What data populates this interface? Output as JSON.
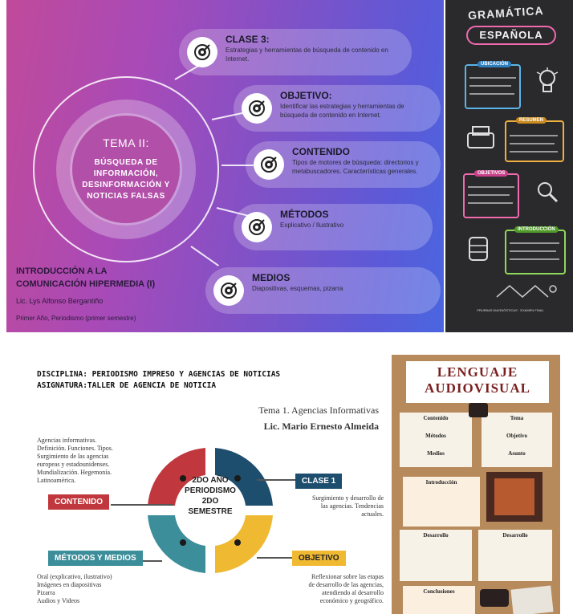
{
  "panel_1": {
    "tema": {
      "title": "TEMA II:",
      "subtitle_lines": [
        "BÚSQUEDA DE",
        "INFORMACIÓN,",
        "DESINFORMACIÓN Y",
        "NOTICIAS FALSAS"
      ]
    },
    "items": [
      {
        "title": "CLASE 3:",
        "description": "Estrategias y herramientas de búsqueda de contenido en Internet.",
        "icon": "target-icon"
      },
      {
        "title": "OBJETIVO:",
        "description": "Identificar las estrategias y herramientas de búsqueda de contenido en Internet.",
        "icon": "target-icon"
      },
      {
        "title": "CONTENIDO",
        "description": "Tipos de motores de búsqueda: directorios y metabuscadores. Características generales.",
        "icon": "target-icon"
      },
      {
        "title": "MÉTODOS",
        "description": "Explicativo / Ilustrativo",
        "icon": "target-icon"
      },
      {
        "title": "MEDIOS",
        "description": "Diapositivas, esquemas, pizarra",
        "icon": "target-icon"
      }
    ],
    "course": [
      "INTRODUCCIÓN A LA",
      "COMUNICACIÓN HIPERMEDIA (I)"
    ],
    "author": "Lic. Lys Alfonso Bergantiño",
    "year": "Primer Año, Periodismo (primer semestre)"
  },
  "panel_2": {
    "title_line1": "GRAMÁTICA",
    "title_line2": "ESPAÑOLA",
    "sections": [
      "UBICACIÓN",
      "RESUMEN",
      "OBJETIVOS",
      "INTRODUCCIÓN"
    ],
    "footer": "PRUEBAS DIAGNÓSTICAS · EXAMEN FINAL"
  },
  "panel_3": {
    "header_lines": [
      "DISCIPLINA: PERIODISMO IMPRESO Y AGENCIAS DE NOTICIAS",
      "ASIGNATURA:TALLER DE AGENCIA DE NOTICIA"
    ],
    "tema": "Tema 1. Agencias Informativas",
    "professor": "Lic. Mario Ernesto Almeida",
    "center_lines": [
      "2DO AÑO",
      "PERIODISMO",
      "2DO",
      "SEMESTRE"
    ],
    "contenido_label": "CONTENIDO",
    "contenido_text": [
      "Agencias informativas.",
      "Definición. Funciones. Tipos.",
      "Surgimiento de las agencias",
      "europeas y estadounidenses.",
      "Mundialización. Hegemonía.",
      "Latinoamérica."
    ],
    "clase_label": "CLASE 1",
    "clase_text": [
      "Surgimiento y desarrollo de",
      "las agencias. Tendencias",
      "actuales."
    ],
    "metodos_label": "MÉTODOS Y MEDIOS",
    "metodos_text": [
      "Oral (explicativo, ilustrativo)",
      "Imágenes en diapositivas",
      "Pizarra",
      "Audios y Videos"
    ],
    "objetivo_label": "OBJETIVO",
    "objetivo_text": [
      "Reflexionar sobre las etapas",
      "de desarrollo de las agencias,",
      "atendiendo al desarrollo",
      "económico y geográfico."
    ],
    "colors": {
      "red": "#c0383d",
      "navy": "#1e4e6e",
      "yellow": "#f0b932",
      "teal": "#3b8e9a"
    }
  },
  "panel_4": {
    "title_lines": [
      "LENGUAJE",
      "AUDIOVISUAL"
    ],
    "notes": [
      "Contenido",
      "Tema",
      "Métodos",
      "Objetivo",
      "Medios",
      "Asunto",
      "Introducción",
      "Desarrollo",
      "Desarrollo",
      "Conclusiones"
    ]
  }
}
